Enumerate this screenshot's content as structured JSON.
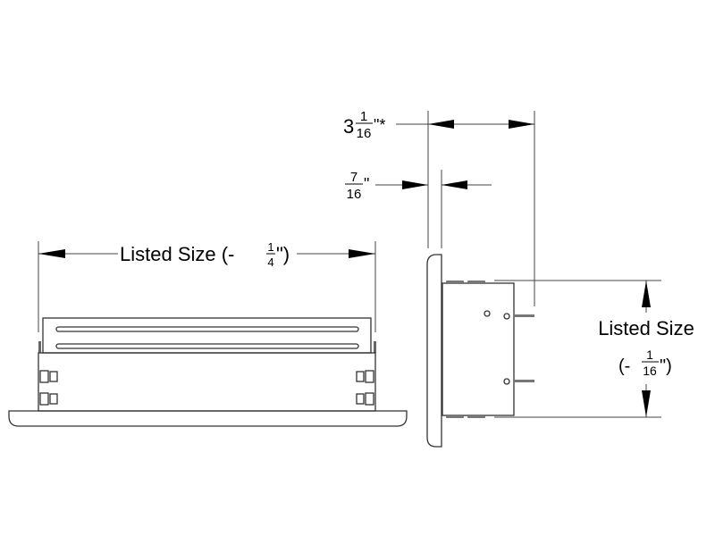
{
  "left_view": {
    "dimension_label": "Listed Size (-",
    "fraction_num": "1",
    "fraction_den": "4",
    "suffix": "\")"
  },
  "right_view": {
    "depth_dim": {
      "whole": "3",
      "num": "1",
      "den": "16",
      "suffix": "\"*"
    },
    "flange_dim": {
      "num": "7",
      "den": "16",
      "suffix": "\""
    },
    "height_dim": {
      "label": "Listed Size",
      "prefix": "(-",
      "num": "1",
      "den": "16",
      "suffix": "\")"
    }
  }
}
